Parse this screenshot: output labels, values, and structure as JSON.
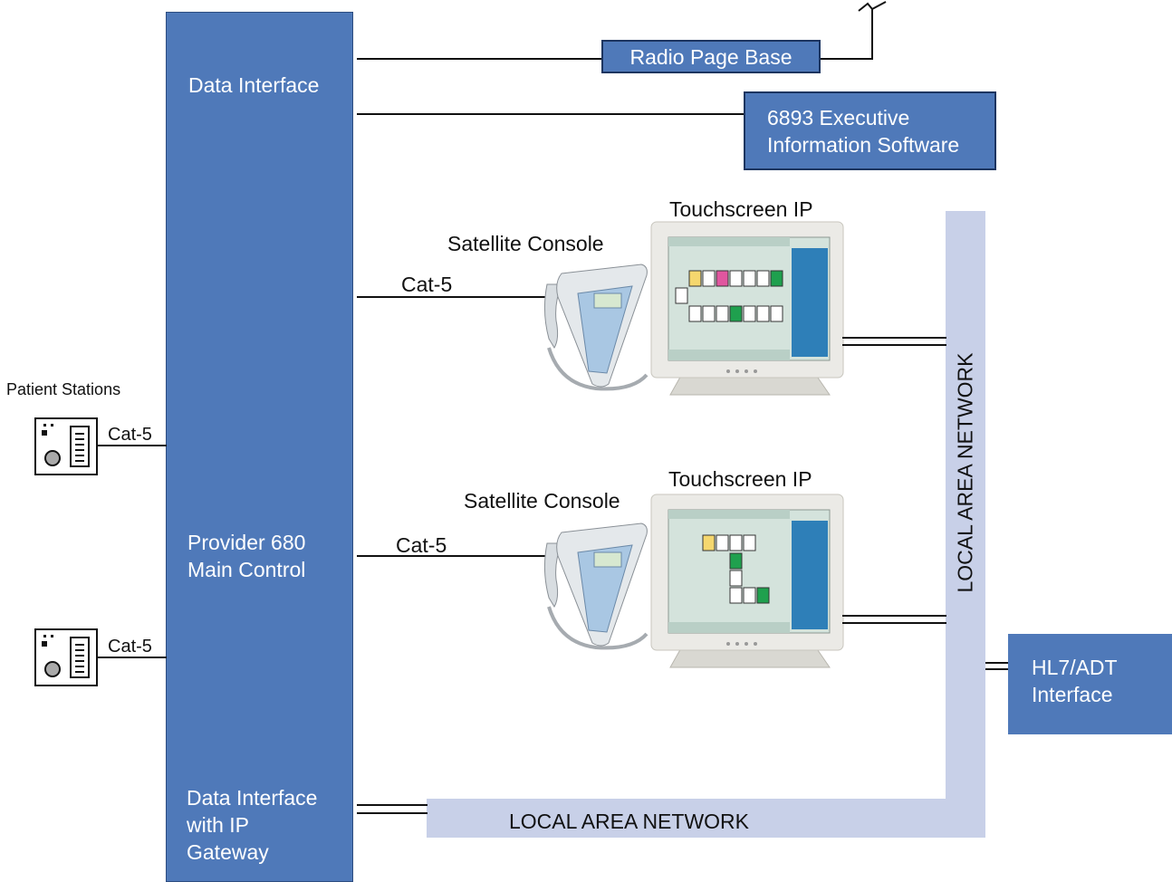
{
  "main_panel": {
    "data_interface": "Data Interface",
    "provider": "Provider 680\nMain Control",
    "data_interface_ip": "Data Interface\nwith IP\nGateway"
  },
  "radio_page_base": "Radio Page Base",
  "executive_software": "6893 Executive\nInformation Software",
  "hl7": "HL7/ADT\nInterface",
  "lan_vertical": "LOCAL AREA NETWORK",
  "lan_horizontal": "LOCAL AREA NETWORK",
  "patient_stations_title": "Patient Stations",
  "cable_label": "Cat-5",
  "workstations": [
    {
      "touchscreen": "Touchscreen IP",
      "console": "Satellite Console"
    },
    {
      "touchscreen": "Touchscreen IP",
      "console": "Satellite Console"
    }
  ],
  "colors": {
    "block": "#4f79b9",
    "lan": "#c8d0e8",
    "yellow": "#f5d76e",
    "magenta": "#e0569f",
    "green": "#1fa04e"
  }
}
